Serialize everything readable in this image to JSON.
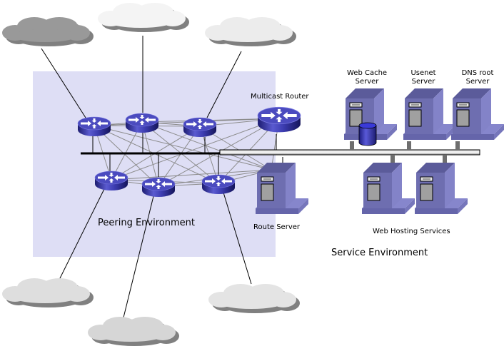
{
  "diagram": {
    "title": "Internet Exchange Point Network Architecture",
    "environments": {
      "peering": {
        "label": "Peering Environment",
        "color": "#dedef5"
      },
      "service": {
        "label": "Service Environment"
      }
    },
    "clouds": [
      {
        "id": "cloud-top-left",
        "fill": "#999999"
      },
      {
        "id": "cloud-top-center",
        "fill": "#f4f4f4"
      },
      {
        "id": "cloud-top-right",
        "fill": "#ececec"
      },
      {
        "id": "cloud-bottom-left",
        "fill": "#dedede"
      },
      {
        "id": "cloud-bottom-center",
        "fill": "#d6d6d6"
      },
      {
        "id": "cloud-bottom-right",
        "fill": "#e4e4e4"
      }
    ],
    "routers": [
      {
        "id": "router-1",
        "row": "top"
      },
      {
        "id": "router-2",
        "row": "top"
      },
      {
        "id": "router-3",
        "row": "top"
      },
      {
        "id": "router-4",
        "row": "bottom"
      },
      {
        "id": "router-5",
        "row": "bottom"
      },
      {
        "id": "router-6",
        "row": "bottom"
      }
    ],
    "multicast_router": {
      "label": "Multicast Router"
    },
    "servers": {
      "web_cache": {
        "label_line1": "Web Cache",
        "label_line2": "Server"
      },
      "usenet": {
        "label_line1": "Usenet",
        "label_line2": "Server"
      },
      "dns_root": {
        "label_line1": "DNS root",
        "label_line2": "Server"
      },
      "route_server": {
        "label": "Route Server"
      },
      "web_hosting": {
        "label": "Web Hosting Services"
      }
    },
    "colors": {
      "router_top": "#4b4bbf",
      "router_side": "#3030a0",
      "server_front": "#6e6eb0",
      "server_side": "#8484c8",
      "server_top": "#5a5a9a",
      "mesh_line": "#8c8c8c",
      "cloud_shadow": "#808080"
    }
  }
}
